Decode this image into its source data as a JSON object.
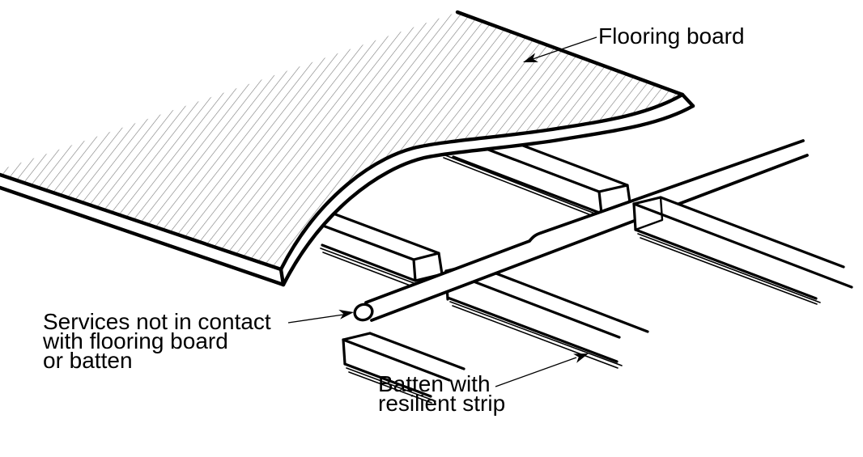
{
  "figure": {
    "type": "technical-illustration",
    "subject": "Cutaway diagram of a floating floor: flooring board peeled back over timber battens with resilient strips, and a service pipe passing through gaps in the battens",
    "style": "black line art on white with diagonal hatching on the board surface"
  },
  "colors": {
    "ink": "#000000",
    "hatch": "#7a7a7a",
    "background": "#ffffff"
  },
  "labels": {
    "flooring_board": {
      "lines": [
        "Flooring board"
      ],
      "arrow_target": "hatched flooring board surface"
    },
    "services": {
      "lines": [
        "Services not in contact",
        "with flooring board",
        "or batten"
      ],
      "arrow_target": "open end of service pipe"
    },
    "batten": {
      "lines": [
        "Batten with",
        "resilient strip"
      ],
      "arrow_target": "resilient strip under batten"
    }
  },
  "components": {
    "flooring_board": "Flooring board (hatched, curled up at its end)",
    "battens": "Timber battens, interrupted where the service pipe crosses",
    "resilient_strips": "Thin resilient strips drawn as double lines under each batten",
    "service_pipe": "Cylindrical service pipe with open elliptical end"
  }
}
